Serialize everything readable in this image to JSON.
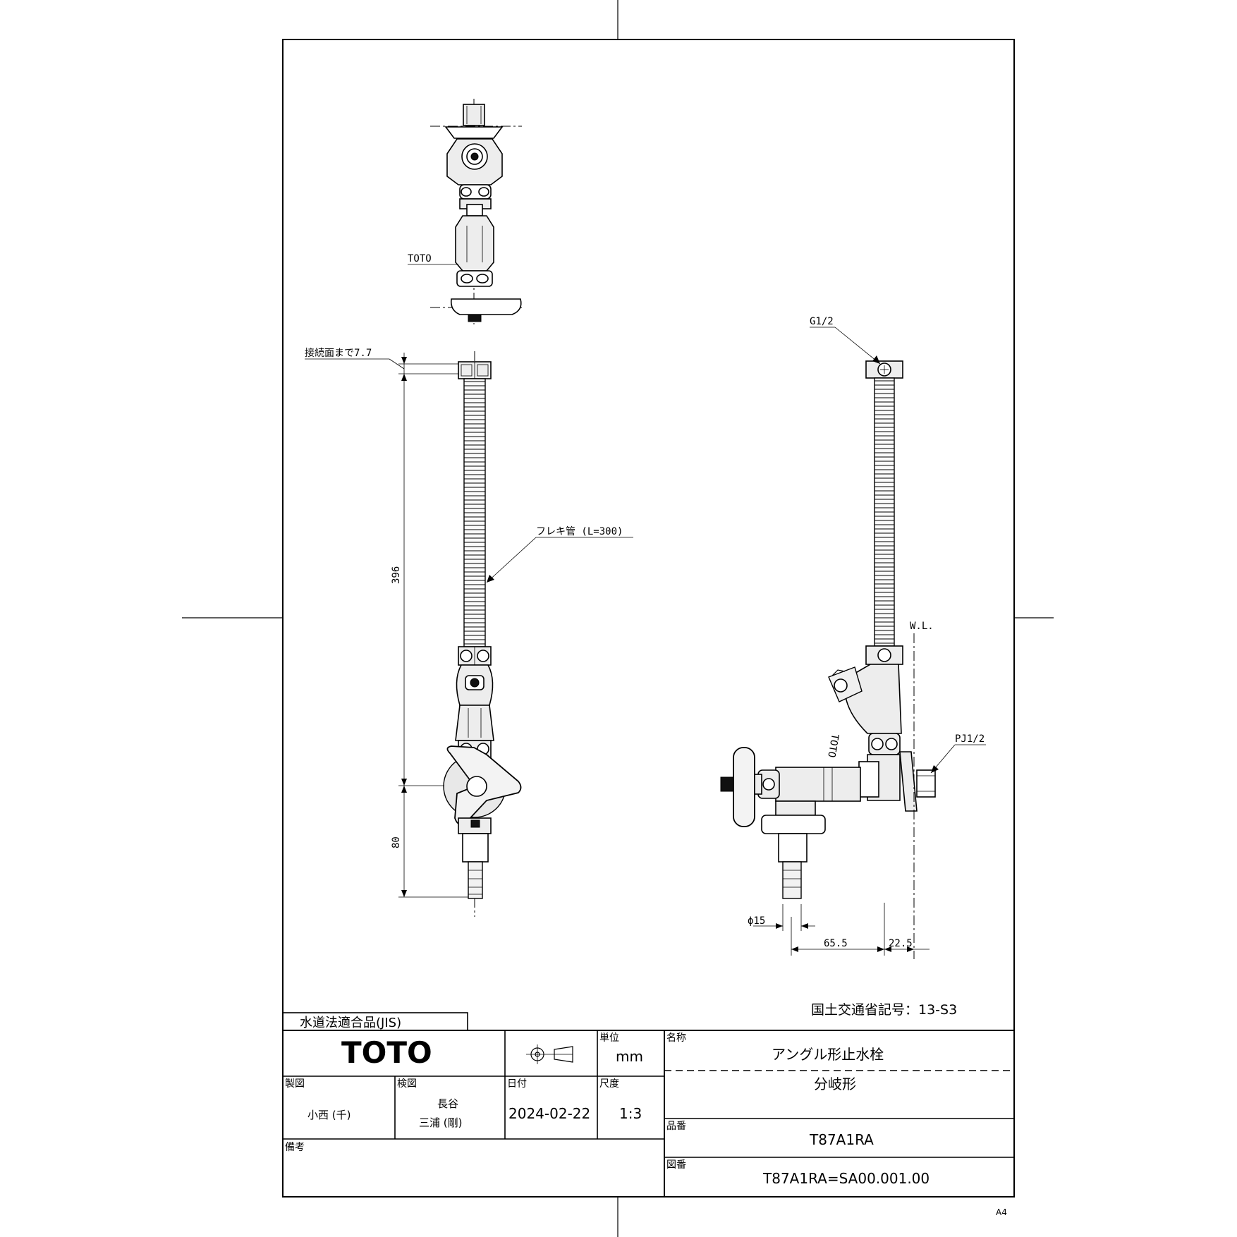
{
  "drawing": {
    "top_view_brand_label": "TOTO",
    "conn_note": "接続面まで7.7",
    "flex_hose_label": "フレキ管 (L=300)",
    "dim_396": "396",
    "dim_80": "80",
    "g_thread": "G1/2",
    "wl_label": "W.L.",
    "pj_thread": "PJ1/2",
    "side_brand_label": "TOTO",
    "dia_label": "ϕ15",
    "dim_65_5": "65.5",
    "dim_22_5": "22.5",
    "mlit_code": "国土交通省記号：13-S3",
    "paper_size": "A4"
  },
  "title_block": {
    "jis_label": "水道法適合品(JIS)",
    "logo": "TOTO",
    "unit_header": "単位",
    "unit_value": "mm",
    "name_header": "名称",
    "name_value": "アングル形止水栓",
    "sub_name": "分岐形",
    "drawn_header": "製図",
    "drawn_value": "小西 (千)",
    "checked_header": "検図",
    "checked_value_1": "長谷",
    "checked_value_2": "三浦 (剛)",
    "date_header": "日付",
    "date_value": "2024-02-22",
    "scale_header": "尺度",
    "scale_value": "1:3",
    "part_no_header": "品番",
    "part_no_value": "T87A1RA",
    "remarks_header": "備考",
    "drawing_no_header": "図番",
    "drawing_no_value": "T87A1RA=SA00.001.00"
  }
}
